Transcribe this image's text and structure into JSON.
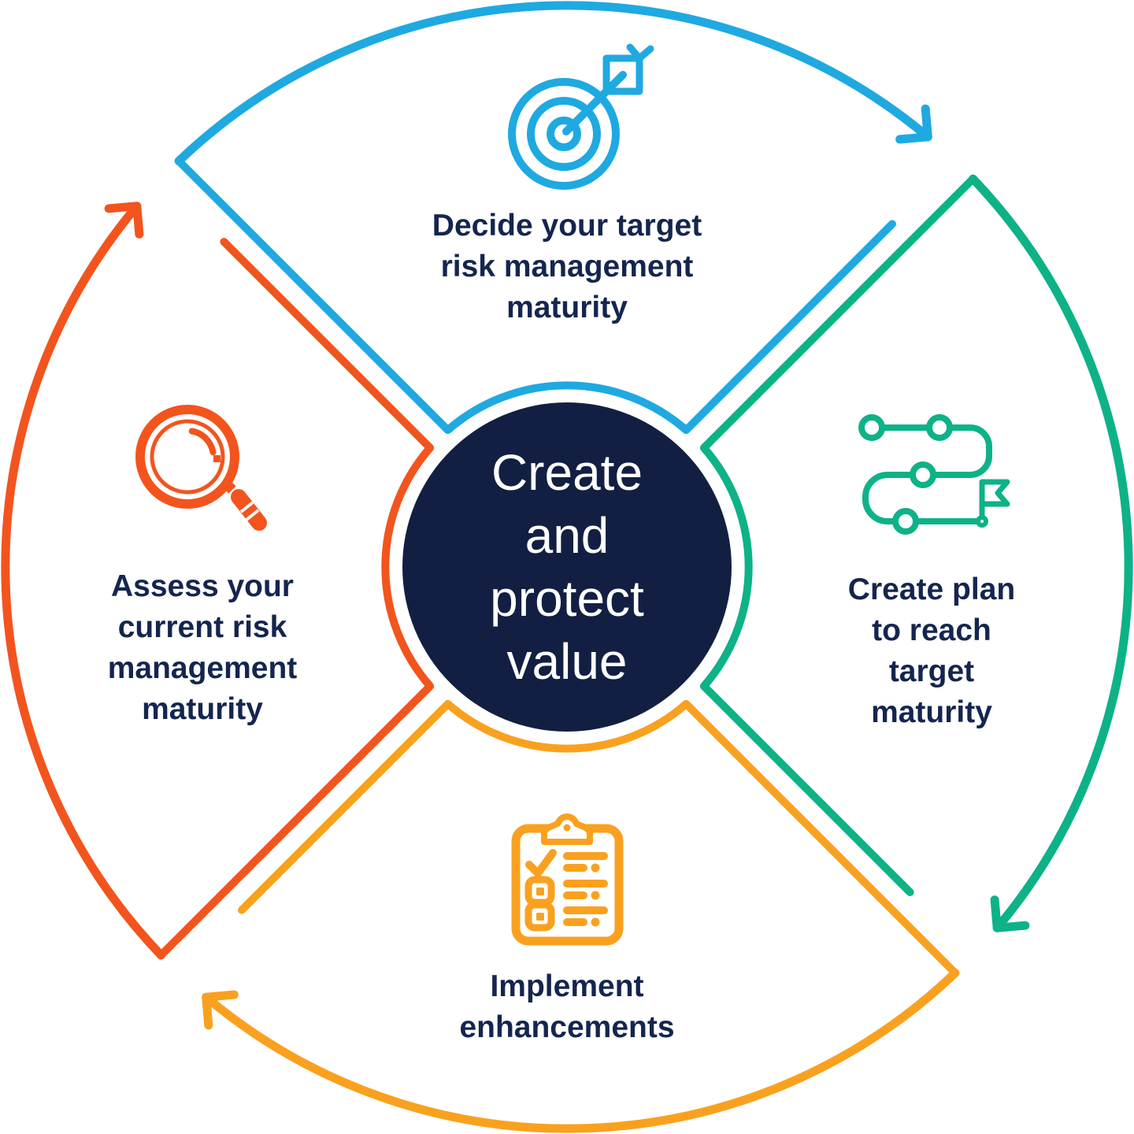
{
  "diagram": {
    "type": "cycle",
    "flow_direction": "clockwise",
    "center": {
      "label_lines": [
        "Create",
        "and",
        "protect",
        "value"
      ],
      "bg_color": "#131F42",
      "text_color": "#FFFFFF"
    },
    "label_text_color": "#14254F",
    "quadrants": [
      {
        "position": "top",
        "color": "#1FA9E1",
        "icon": "target-dart-icon",
        "label_lines": [
          "Decide your target",
          "risk management",
          "maturity"
        ]
      },
      {
        "position": "right",
        "color": "#0EB287",
        "icon": "route-flag-icon",
        "label_lines": [
          "Create plan",
          "to reach",
          "target",
          "maturity"
        ]
      },
      {
        "position": "bottom",
        "color": "#F9A11F",
        "icon": "clipboard-checklist-icon",
        "label_lines": [
          "Implement",
          "enhancements"
        ]
      },
      {
        "position": "left",
        "color": "#F3541D",
        "icon": "magnifier-icon",
        "label_lines": [
          "Assess your",
          "current risk",
          "management",
          "maturity"
        ]
      }
    ]
  }
}
